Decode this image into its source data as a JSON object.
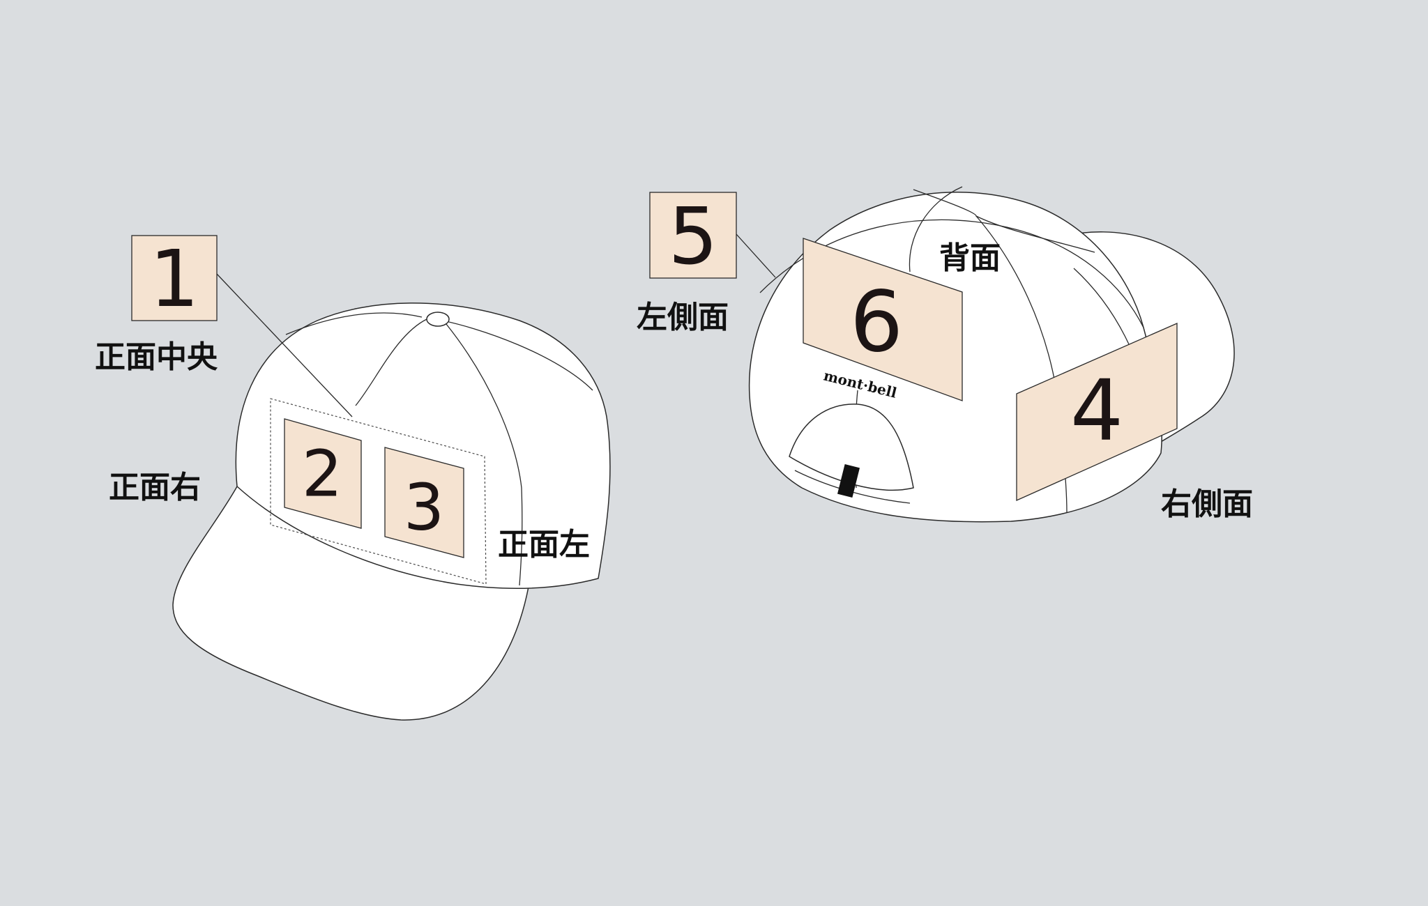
{
  "positions": [
    {
      "number": "1",
      "label": "正面中央"
    },
    {
      "number": "2",
      "label": "正面右"
    },
    {
      "number": "3",
      "label": "正面左"
    },
    {
      "number": "4",
      "label": "右側面"
    },
    {
      "number": "5",
      "label": "左側面"
    },
    {
      "number": "6",
      "label": "背面"
    }
  ],
  "brand_logo": "mont·bell",
  "colors": {
    "background": "#dadde0",
    "patch_fill": "#f5e3d1",
    "outline": "#2a2a2a",
    "cap_fill": "#ffffff"
  }
}
